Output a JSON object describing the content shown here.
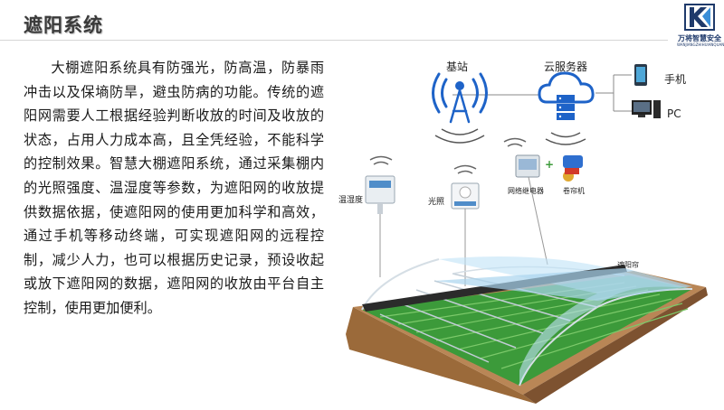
{
  "page": {
    "title": "遮阳系统"
  },
  "logo": {
    "name": "万将智慧安全",
    "pinyin": "WANJIANGZHIHUIANQUAN"
  },
  "body_text": "大棚遮阳系统具有防强光，防高温，防暴雨冲击以及保墒防旱，避虫防病的功能。传统的遮阳网需要人工根据经验判断收放的时间及收放的状态，占用人力成本高，且全凭经验，不能科学的控制效果。智慧大棚遮阳系统，通过采集棚内的光照强度、温湿度等参数，为遮阳网的收放提供数据依据，使遮阳网的使用更加科学和高效，通过手机等移动终端，可实现遮阳网的远程控制，减少人力，也可以根据历史记录，预设收起或放下遮阳网的数据，遮阳网的收放由平台自主控制，使用更加便利。",
  "diagram": {
    "base_station": "基站",
    "cloud_server": "云服务器",
    "phone": "手机",
    "pc": "PC",
    "temp_humidity": "温湿度",
    "light": "光照",
    "relay": "网络继电器",
    "plus": "+",
    "roller": "卷帘机",
    "shade_net": "遮阳帘"
  },
  "colors": {
    "accent_blue": "#1e63c8",
    "title_gray": "#3a3a3a",
    "logo_navy": "#1f3a6b",
    "greenhouse_green": "#3c9a3a",
    "soil_brown": "#9b6a3a"
  }
}
